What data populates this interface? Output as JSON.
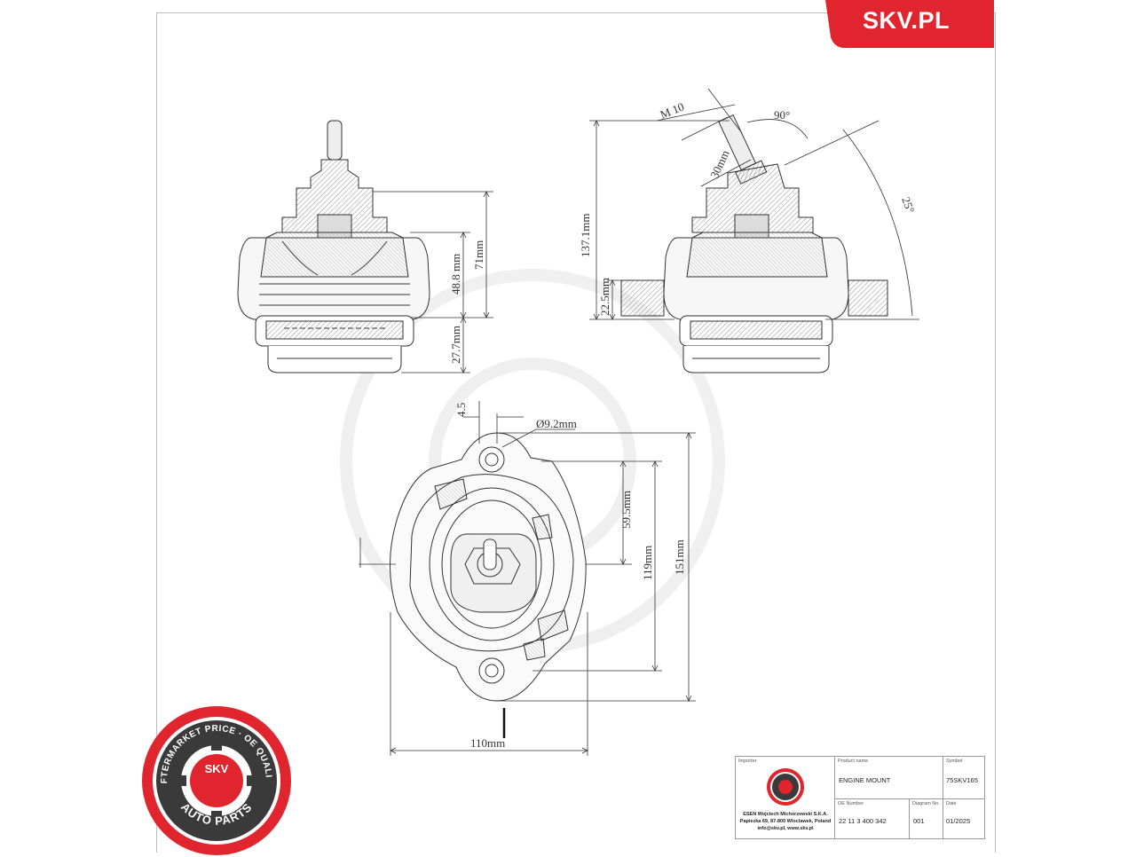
{
  "brand": {
    "name": "SKV.PL",
    "accent": "#e0252e"
  },
  "seal": {
    "ring_text": "AFTERMARKET PRICE · OE QUALITY",
    "bottom_text": "AUTO PARTS",
    "center": "SKV"
  },
  "dimensions": {
    "side_height_71": "71mm",
    "side_height_48": "48.8 mm",
    "side_height_27": "27.7mm",
    "total_height": "137.1mm",
    "flange_height": "22.5mm",
    "thread": "M 10",
    "stud_length": "30mm",
    "angle_90": "90°",
    "angle_25": "25°",
    "offset": "4.5",
    "hole_dia": "Ø9.2mm",
    "half_span": "59.5mm",
    "inner_span": "119mm",
    "outer_span": "151mm",
    "width": "110mm"
  },
  "title_block": {
    "importer_label": "Importer",
    "product_label": "Product name",
    "product_value": "ENGINE MOUNT",
    "symbol_label": "Symbol",
    "symbol_value": "75SKV165",
    "oe_label": "OE Number",
    "oe_value": "22 11 3 400 342",
    "diagram_label": "Diagram No.",
    "diagram_value": "001",
    "date_label": "Date",
    "date_value": "01/2025",
    "importer_line1": "ESEN Wojciech Michorzewski S.K.A.",
    "importer_line2": "Papiezka 69, 87-800 Wloclawek, Poland",
    "importer_line3": "info@skv.pl, www.skv.pl"
  }
}
